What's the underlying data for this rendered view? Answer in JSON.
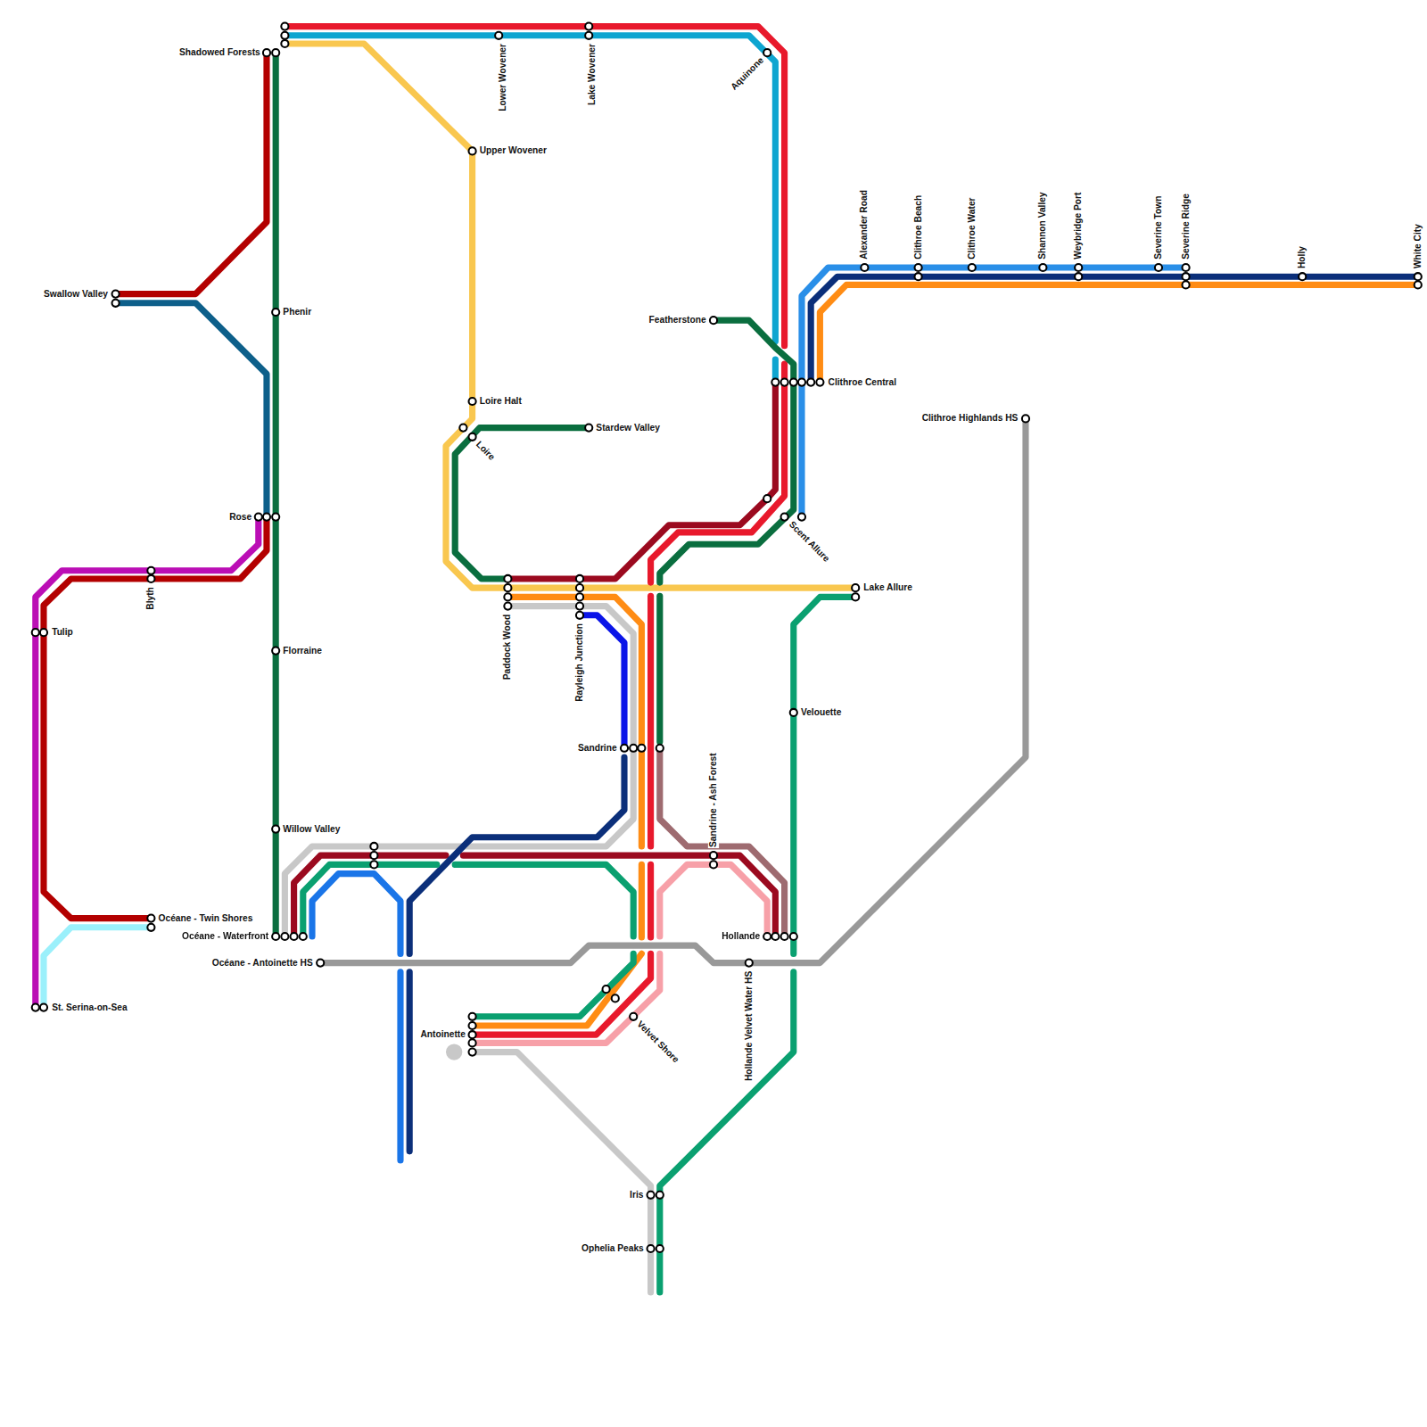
{
  "diagram": {
    "labels": [
      "Shadowed Forests",
      "Lower Wovener",
      "Lake Wovener",
      "Aquinone",
      "Upper Wovener",
      "Swallow Valley",
      "Phenir",
      "Alexander Road",
      "Clithroe Beach",
      "Clithroe Water",
      "Shannon Valley",
      "Weybridge Port",
      "Severine Town",
      "Severine Ridge",
      "Holly",
      "White City",
      "Featherstone",
      "Clithroe Central",
      "Loire Halt",
      "Clithroe Highlands HS",
      "Stardew Valley",
      "Loire",
      "Rose",
      "Scent Allure",
      "Blyth",
      "Tulip",
      "Lake Allure",
      "Paddock Wood",
      "Rayleigh Junction",
      "Florraine",
      "Velouette",
      "Sandrine",
      "Sandrine - Ash Forest",
      "Willow Valley",
      "Océane - Twin Shores",
      "Océane - Waterfront",
      "Hollande",
      "Océane - Antoinette HS",
      "Hollande Velvet Water HS",
      "St. Serina-on-Sea",
      "Antoinette",
      "Velvet Shore",
      "Iris",
      "Ophelia Peaks"
    ]
  }
}
